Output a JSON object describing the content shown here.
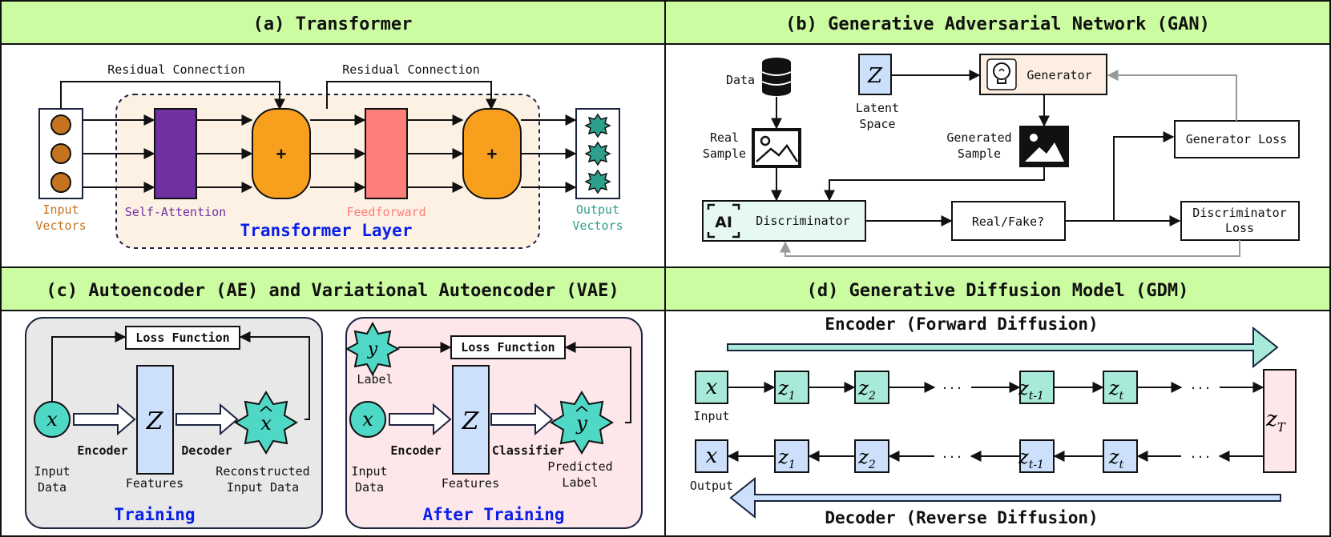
{
  "colors": {
    "header_bg": "#ccfca1",
    "orange": "#f8a01d",
    "purple": "#7030a0",
    "salmon": "#fd7f79",
    "teal": "#2e9e8d",
    "brown_circle": "#c4731e",
    "blue_text": "#0a20e8",
    "layer_bg": "#fdf1e4",
    "mint": "#4fd8c6",
    "light_blue": "#cce0fb",
    "light_teal": "#a8ead9",
    "gray_panel": "#e8e8e8",
    "pink_panel": "#fde7ea",
    "gen_bg": "#fdeee2",
    "disc_bg": "#e6f8f3"
  },
  "panel_a": {
    "title": "(a) Transformer",
    "residual_1": "Residual Connection",
    "residual_2": "Residual Connection",
    "plus_1": "+",
    "plus_2": "+",
    "input_label_1": "Input",
    "input_label_2": "Vectors",
    "self_attention": "Self-Attention",
    "feedforward": "Feedforward",
    "output_label_1": "Output",
    "output_label_2": "Vectors",
    "layer_label": "Transformer Layer"
  },
  "panel_b": {
    "title": "(b) Generative Adversarial Network (GAN)",
    "data": "Data",
    "latent_symbol": "Z",
    "latent_1": "Latent",
    "latent_2": "Space",
    "generator": "Generator",
    "real_sample_1": "Real",
    "real_sample_2": "Sample",
    "generated_1": "Generated",
    "generated_2": "Sample",
    "generator_loss": "Generator Loss",
    "discriminator": "Discriminator",
    "ai_badge": "AI",
    "real_fake": "Real/Fake?",
    "disc_loss_1": "Discriminator",
    "disc_loss_2": "Loss"
  },
  "panel_c": {
    "title": "(c) Autoencoder (AE) and Variational Autoencoder (VAE)",
    "left": {
      "loss": "Loss Function",
      "x": "x",
      "z": "Z",
      "xhat": "x",
      "encoder": "Encoder",
      "decoder": "Decoder",
      "input_1": "Input",
      "input_2": "Data",
      "features": "Features",
      "recon_1": "Reconstructed",
      "recon_2": "Input Data",
      "caption": "Training"
    },
    "right": {
      "loss": "Loss Function",
      "y": "y",
      "label": "Label",
      "x": "x",
      "z": "Z",
      "yhat": "y",
      "encoder": "Encoder",
      "classifier": "Classifier",
      "input_1": "Input",
      "input_2": "Data",
      "features": "Features",
      "pred_1": "Predicted",
      "pred_2": "Label",
      "caption": "After Training"
    }
  },
  "panel_d": {
    "title": "(d) Generative Diffusion Model (GDM)",
    "encoder": "Encoder (Forward Diffusion)",
    "decoder": "Decoder (Reverse Diffusion)",
    "x": "x",
    "input": "Input",
    "output": "Output",
    "z": "z",
    "sub_1": "1",
    "sub_2": "2",
    "sub_t1": "t-1",
    "sub_t": "t",
    "sub_T": "T",
    "ellipsis": "···"
  }
}
